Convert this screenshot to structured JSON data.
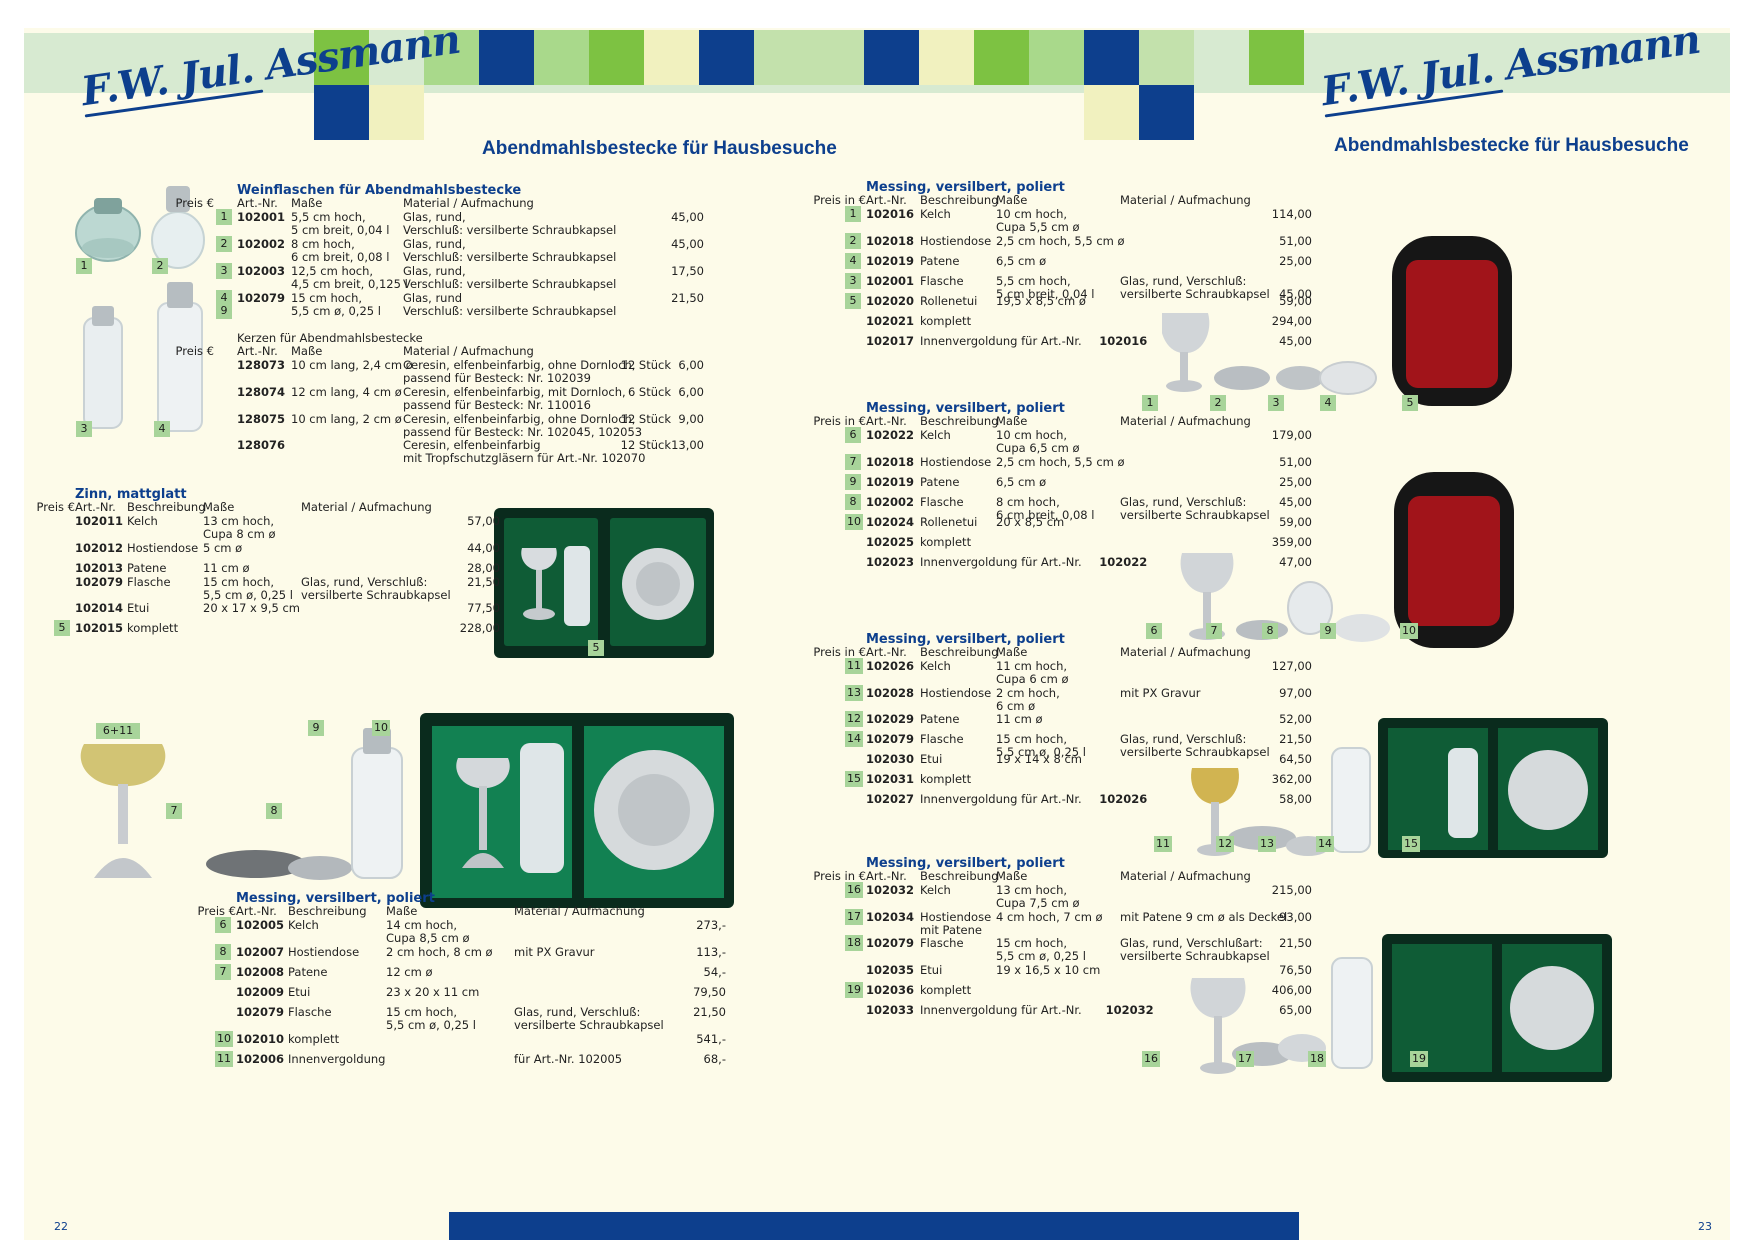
{
  "brand": "F.W. Jul. Assmann",
  "page_title": "Abendmahlsbestecke für Hausbesuche",
  "page_numbers": {
    "left": "22",
    "right": "23"
  },
  "colors": {
    "brand_blue": "#0d3f8d",
    "green_bright": "#7dc242",
    "green_light": "#a9d98b",
    "green_pale": "#c3e1ac",
    "cream_tile": "#f1f1bf",
    "band": "#d7ead1",
    "label_green": "#a8d49a",
    "case_green": "#0f5c36",
    "case_red": "#a1141a"
  },
  "sections": {
    "wein": {
      "title": "Weinflaschen für Abendmahlsbestecke",
      "headers": [
        "Art.-Nr.",
        "Maße",
        "Material / Aufmachung",
        "Preis €"
      ],
      "rows": [
        {
          "num": "1",
          "cells": [
            "102001",
            "5,5 cm hoch,",
            "Glas, rund,",
            "45,00"
          ],
          "cells2": [
            "",
            "5 cm breit, 0,04 l",
            "Verschluß: versilberte Schraubkapsel",
            ""
          ]
        },
        {
          "num": "2",
          "cells": [
            "102002",
            "8 cm hoch,",
            "Glas, rund,",
            "45,00"
          ],
          "cells2": [
            "",
            "6 cm breit, 0,08 l",
            "Verschluß: versilberte Schraubkapsel",
            ""
          ]
        },
        {
          "num": "3",
          "cells": [
            "102003",
            "12,5 cm hoch,",
            "Glas, rund,",
            "17,50"
          ],
          "cells2": [
            "",
            "4,5 cm breit, 0,125 l",
            "Verschluß: versilberte Schraubkapsel",
            ""
          ]
        },
        {
          "num": "4",
          "cells": [
            "102079",
            "15 cm hoch,",
            "Glas, rund",
            "21,50"
          ]
        },
        {
          "num": "9",
          "cells": [
            "",
            "5,5 cm ø, 0,25 l",
            "Verschluß: versilberte Schraubkapsel",
            ""
          ]
        }
      ]
    },
    "kerzen": {
      "title": "Kerzen für Abendmahlsbestecke",
      "headers": [
        "Art.-Nr.",
        "Maße",
        "Material / Aufmachung",
        "Preis €"
      ],
      "rows": [
        {
          "cells": [
            "128073",
            "10 cm lang, 2,4 cm ø",
            "Ceresin, elfenbeinfarbig, ohne Dornloch,",
            "12 Stück",
            "6,00"
          ],
          "cells2": [
            "",
            "",
            "passend für Besteck: Nr. 102039",
            "",
            ""
          ]
        },
        {
          "cells": [
            "128074",
            "12 cm lang, 4 cm ø",
            "Ceresin, elfenbeinfarbig, mit Dornloch,",
            "6 Stück",
            "6,00"
          ],
          "cells2": [
            "",
            "",
            "passend für Besteck: Nr. 110016",
            "",
            ""
          ]
        },
        {
          "cells": [
            "128075",
            "10 cm lang, 2 cm ø",
            "Ceresin, elfenbeinfarbig, ohne Dornloch,",
            "12 Stück",
            "9,00"
          ],
          "cells2": [
            "",
            "",
            "passend für Besteck: Nr. 102045, 102053",
            "",
            ""
          ]
        },
        {
          "cells": [
            "128076",
            "",
            "Ceresin, elfenbeinfarbig",
            "12 Stück",
            "13,00"
          ],
          "cells2": [
            "",
            "",
            "mit Tropfschutzgläsern für Art.-Nr. 102070",
            "",
            ""
          ]
        }
      ]
    },
    "zinn": {
      "title": "Zinn, mattglatt",
      "headers": [
        "Art.-Nr.",
        "Beschreibung",
        "Maße",
        "Material / Aufmachung",
        "Preis €"
      ],
      "rows": [
        {
          "cells": [
            "102011",
            "Kelch",
            "13 cm hoch,",
            "",
            "57,00"
          ],
          "cells2": [
            "",
            "",
            "Cupa 8 cm ø",
            "",
            ""
          ]
        },
        {
          "cells": [
            "102012",
            "Hostiendose",
            "5 cm ø",
            "",
            "44,00"
          ]
        },
        {
          "cells": [
            "102013",
            "Patene",
            "11 cm ø",
            "",
            "28,00"
          ]
        },
        {
          "cells": [
            "102079",
            "Flasche",
            "15 cm hoch,",
            "Glas, rund, Verschluß:",
            "21,50"
          ],
          "cells2": [
            "",
            "",
            "5,5 cm ø, 0,25 l",
            "versilberte Schraubkapsel",
            ""
          ]
        },
        {
          "cells": [
            "102014",
            "Etui",
            "20 x 17 x 9,5 cm",
            "",
            "77,50"
          ]
        },
        {
          "num": "5",
          "cells": [
            "102015",
            "komplett",
            "",
            "",
            "228,00"
          ]
        }
      ]
    },
    "left_messing": {
      "title": "Messing, versilbert, poliert",
      "headers": [
        "Art.-Nr.",
        "Beschreibung",
        "Maße",
        "Material / Aufmachung",
        "Preis €"
      ],
      "rows": [
        {
          "num": "6",
          "cells": [
            "102005",
            "Kelch",
            "14 cm hoch,",
            "",
            "273,-"
          ],
          "cells2": [
            "",
            "",
            "Cupa 8,5 cm ø",
            "",
            ""
          ]
        },
        {
          "num": "8",
          "cells": [
            "102007",
            "Hostiendose",
            "2 cm hoch, 8 cm ø",
            "mit PX Gravur",
            "113,-"
          ]
        },
        {
          "num": "7",
          "cells": [
            "102008",
            "Patene",
            "12 cm ø",
            "",
            "54,-"
          ]
        },
        {
          "cells": [
            "102009",
            "Etui",
            "23 x 20 x 11 cm",
            "",
            "79,50"
          ]
        },
        {
          "cells": [
            "102079",
            "Flasche",
            "15 cm hoch,",
            "Glas, rund, Verschluß:",
            "21,50"
          ],
          "cells2": [
            "",
            "",
            "5,5 cm ø, 0,25 l",
            "versilberte Schraubkapsel",
            ""
          ]
        },
        {
          "num": "10",
          "cells": [
            "102010",
            "komplett",
            "",
            "",
            "541,-"
          ]
        },
        {
          "num": "11",
          "cells": [
            "102006",
            "Innenvergoldung",
            "",
            "für Art.-Nr. 102005",
            "68,-"
          ]
        }
      ]
    },
    "r1": {
      "title": "Messing, versilbert, poliert",
      "headers": [
        "Art.-Nr.",
        "Beschreibung",
        "Maße",
        "Material / Aufmachung",
        "Preis in €"
      ],
      "rows": [
        {
          "num": "1",
          "cells": [
            "102016",
            "Kelch",
            "10 cm hoch,",
            "",
            "114,00"
          ],
          "cells2": [
            "",
            "",
            "Cupa 5,5 cm ø",
            "",
            ""
          ]
        },
        {
          "num": "2",
          "cells": [
            "102018",
            "Hostiendose",
            "2,5 cm hoch, 5,5 cm ø",
            "",
            "51,00"
          ]
        },
        {
          "num": "4",
          "cells": [
            "102019",
            "Patene",
            "6,5 cm ø",
            "",
            "25,00"
          ]
        },
        {
          "num": "3",
          "cells": [
            "102001",
            "Flasche",
            "5,5 cm hoch,",
            "Glas, rund, Verschluß:",
            ""
          ],
          "cells2": [
            "",
            "",
            "5 cm breit, 0,04 l",
            "versilberte Schraubkapsel",
            "45,00"
          ]
        },
        {
          "num": "5",
          "cells": [
            "102020",
            "Rollenetui",
            "19,5 x 8,5 cm ø",
            "",
            "59,00"
          ]
        },
        {
          "cells": [
            "102021",
            "komplett",
            "",
            "",
            "294,00"
          ]
        },
        {
          "cells": [
            "102017",
            "Innenvergoldung für Art.-Nr.",
            "",
            "",
            "45,00"
          ],
          "ref": "102016"
        }
      ]
    },
    "r2": {
      "title": "Messing, versilbert, poliert",
      "headers": [
        "Art.-Nr.",
        "Beschreibung",
        "Maße",
        "Material / Aufmachung",
        "Preis in €"
      ],
      "rows": [
        {
          "num": "6",
          "cells": [
            "102022",
            "Kelch",
            "10 cm hoch,",
            "",
            "179,00"
          ],
          "cells2": [
            "",
            "",
            "Cupa 6,5 cm ø",
            "",
            ""
          ]
        },
        {
          "num": "7",
          "cells": [
            "102018",
            "Hostiendose",
            "2,5 cm hoch, 5,5 cm ø",
            "",
            "51,00"
          ]
        },
        {
          "num": "9",
          "cells": [
            "102019",
            "Patene",
            "6,5 cm ø",
            "",
            "25,00"
          ]
        },
        {
          "num": "8",
          "cells": [
            "102002",
            "Flasche",
            "8 cm hoch,",
            "Glas, rund, Verschluß:",
            "45,00"
          ],
          "cells2": [
            "",
            "",
            "6 cm breit, 0,08 l",
            "versilberte Schraubkapsel",
            ""
          ]
        },
        {
          "num": "10",
          "cells": [
            "102024",
            "Rollenetui",
            "20 x 8,5 cm",
            "",
            "59,00"
          ]
        },
        {
          "cells": [
            "102025",
            "komplett",
            "",
            "",
            "359,00"
          ]
        },
        {
          "cells": [
            "102023",
            "Innenvergoldung für Art.-Nr.",
            "",
            "",
            "47,00"
          ],
          "ref": "102022"
        }
      ]
    },
    "r3": {
      "title": "Messing, versilbert, poliert",
      "headers": [
        "Art.-Nr.",
        "Beschreibung",
        "Maße",
        "Material / Aufmachung",
        "Preis in €"
      ],
      "rows": [
        {
          "num": "11",
          "cells": [
            "102026",
            "Kelch",
            "11 cm hoch,",
            "",
            "127,00"
          ],
          "cells2": [
            "",
            "",
            "Cupa 6 cm ø",
            "",
            ""
          ]
        },
        {
          "num": "13",
          "cells": [
            "102028",
            "Hostiendose",
            "2 cm hoch,",
            "mit PX Gravur",
            "97,00"
          ],
          "cells2": [
            "",
            "",
            "6 cm ø",
            "",
            ""
          ]
        },
        {
          "num": "12",
          "cells": [
            "102029",
            "Patene",
            "11 cm ø",
            "",
            "52,00"
          ]
        },
        {
          "num": "14",
          "cells": [
            "102079",
            "Flasche",
            "15 cm hoch,",
            "Glas, rund, Verschluß:",
            "21,50"
          ],
          "cells2": [
            "",
            "",
            "5,5 cm ø, 0,25 l",
            "versilberte Schraubkapsel",
            ""
          ]
        },
        {
          "cells": [
            "102030",
            "Etui",
            "19 x 14 x 8 cm",
            "",
            "64,50"
          ]
        },
        {
          "num": "15",
          "cells": [
            "102031",
            "komplett",
            "",
            "",
            "362,00"
          ]
        },
        {
          "cells": [
            "102027",
            "Innenvergoldung für Art.-Nr.",
            "",
            "",
            "58,00"
          ],
          "ref": "102026"
        }
      ]
    },
    "r4": {
      "title": "Messing, versilbert, poliert",
      "headers": [
        "Art.-Nr.",
        "Beschreibung",
        "Maße",
        "Material / Aufmachung",
        "Preis in €"
      ],
      "rows": [
        {
          "num": "16",
          "cells": [
            "102032",
            "Kelch",
            "13 cm hoch,",
            "",
            "215,00"
          ],
          "cells2": [
            "",
            "",
            "Cupa 7,5 cm ø",
            "",
            ""
          ]
        },
        {
          "num": "17",
          "cells": [
            "102034",
            "Hostiendose",
            "4 cm hoch, 7 cm ø",
            "mit Patene 9 cm ø als Deckel",
            "93,00"
          ],
          "cells2": [
            "",
            "mit Patene",
            "",
            "",
            ""
          ]
        },
        {
          "num": "18",
          "cells": [
            "102079",
            "Flasche",
            "15 cm hoch,",
            "Glas, rund, Verschlußart:",
            "21,50"
          ],
          "cells2": [
            "",
            "",
            "5,5 cm ø, 0,25 l",
            "versilberte Schraubkapsel",
            ""
          ]
        },
        {
          "cells": [
            "102035",
            "Etui",
            "19 x 16,5 x 10 cm",
            "",
            "76,50"
          ]
        },
        {
          "num": "19",
          "cells": [
            "102036",
            "komplett",
            "",
            "",
            "406,00"
          ]
        },
        {
          "cells": [
            "102033",
            "Innenvergoldung für Art.-Nr. ",
            "",
            "",
            "65,00"
          ],
          "ref": "102032"
        }
      ]
    }
  },
  "photo_labels": {
    "p1": "1",
    "p2": "2",
    "p3": "3",
    "p4": "4",
    "p5": "5",
    "p611": "6+11",
    "p7": "7",
    "p8": "8",
    "p9": "9",
    "p10": "10",
    "r1_1": "1",
    "r1_2": "2",
    "r1_3": "3",
    "r1_4": "4",
    "r1_5": "5",
    "r2_6": "6",
    "r2_7": "7",
    "r2_8": "8",
    "r2_9": "9",
    "r2_10": "10",
    "r3_11": "11",
    "r3_12": "12",
    "r3_13": "13",
    "r3_14": "14",
    "r3_15": "15",
    "r4_16": "16",
    "r4_17": "17",
    "r4_18": "18",
    "r4_19": "19"
  }
}
